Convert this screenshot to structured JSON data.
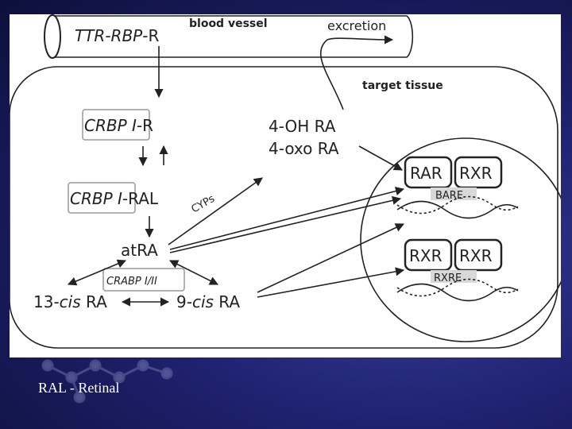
{
  "diagram": {
    "blood_vessel_label": "blood vessel",
    "target_tissue_label": "target tissue",
    "excretion_label": "excretion",
    "ttr_rbp_r": {
      "italic": "TTR-RBP",
      "plain": "-R"
    },
    "crbp_r": {
      "italic": "CRBP I",
      "plain": "-R"
    },
    "crbp_ral": {
      "italic": "CRBP I",
      "plain": "-RAL"
    },
    "cyps_label": "CYPs",
    "oh_ra": "4-OH RA",
    "oxo_ra": "4-oxo RA",
    "atra": "atRA",
    "crabp_label": "CRABP I/II",
    "cis13": {
      "pre": "13-",
      "italic": "cis",
      "post": " RA"
    },
    "cis9": {
      "pre": "9-",
      "italic": "cis",
      "post": " RA"
    },
    "receptor_top_left": "RAR",
    "receptor_top_right": "RXR",
    "element_top": "BARE",
    "receptor_bottom_left": "RXR",
    "receptor_bottom_right": "RXR",
    "element_bottom": "RXRE"
  },
  "caption": "RAL - Retinal",
  "colors": {
    "background": "#1f2270",
    "panel": "#ffffff",
    "ink": "#222222",
    "element_fill": "#d8d8d8"
  }
}
